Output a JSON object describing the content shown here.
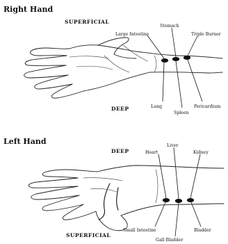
{
  "right_hand": {
    "title": "Right Hand",
    "top_side": "SUPERFICIAL",
    "bottom_side": "DEEP",
    "labels": {
      "large_intestine": "Large Intestine",
      "stomach": "Stomach",
      "triple_burner": "Triple Burner",
      "lung": "Lung",
      "spleen": "Spleen",
      "pericardium": "Pericardium"
    }
  },
  "left_hand": {
    "title": "Left Hand",
    "top_side": "DEEP",
    "bottom_side": "SUPERFICIAL",
    "labels": {
      "heart": "Heart",
      "liver": "Liver",
      "kidney": "Kidney",
      "small_intestine": "Small Intestine",
      "gall_bladder": "Gall Bladder",
      "bladder": "Bladder"
    }
  }
}
